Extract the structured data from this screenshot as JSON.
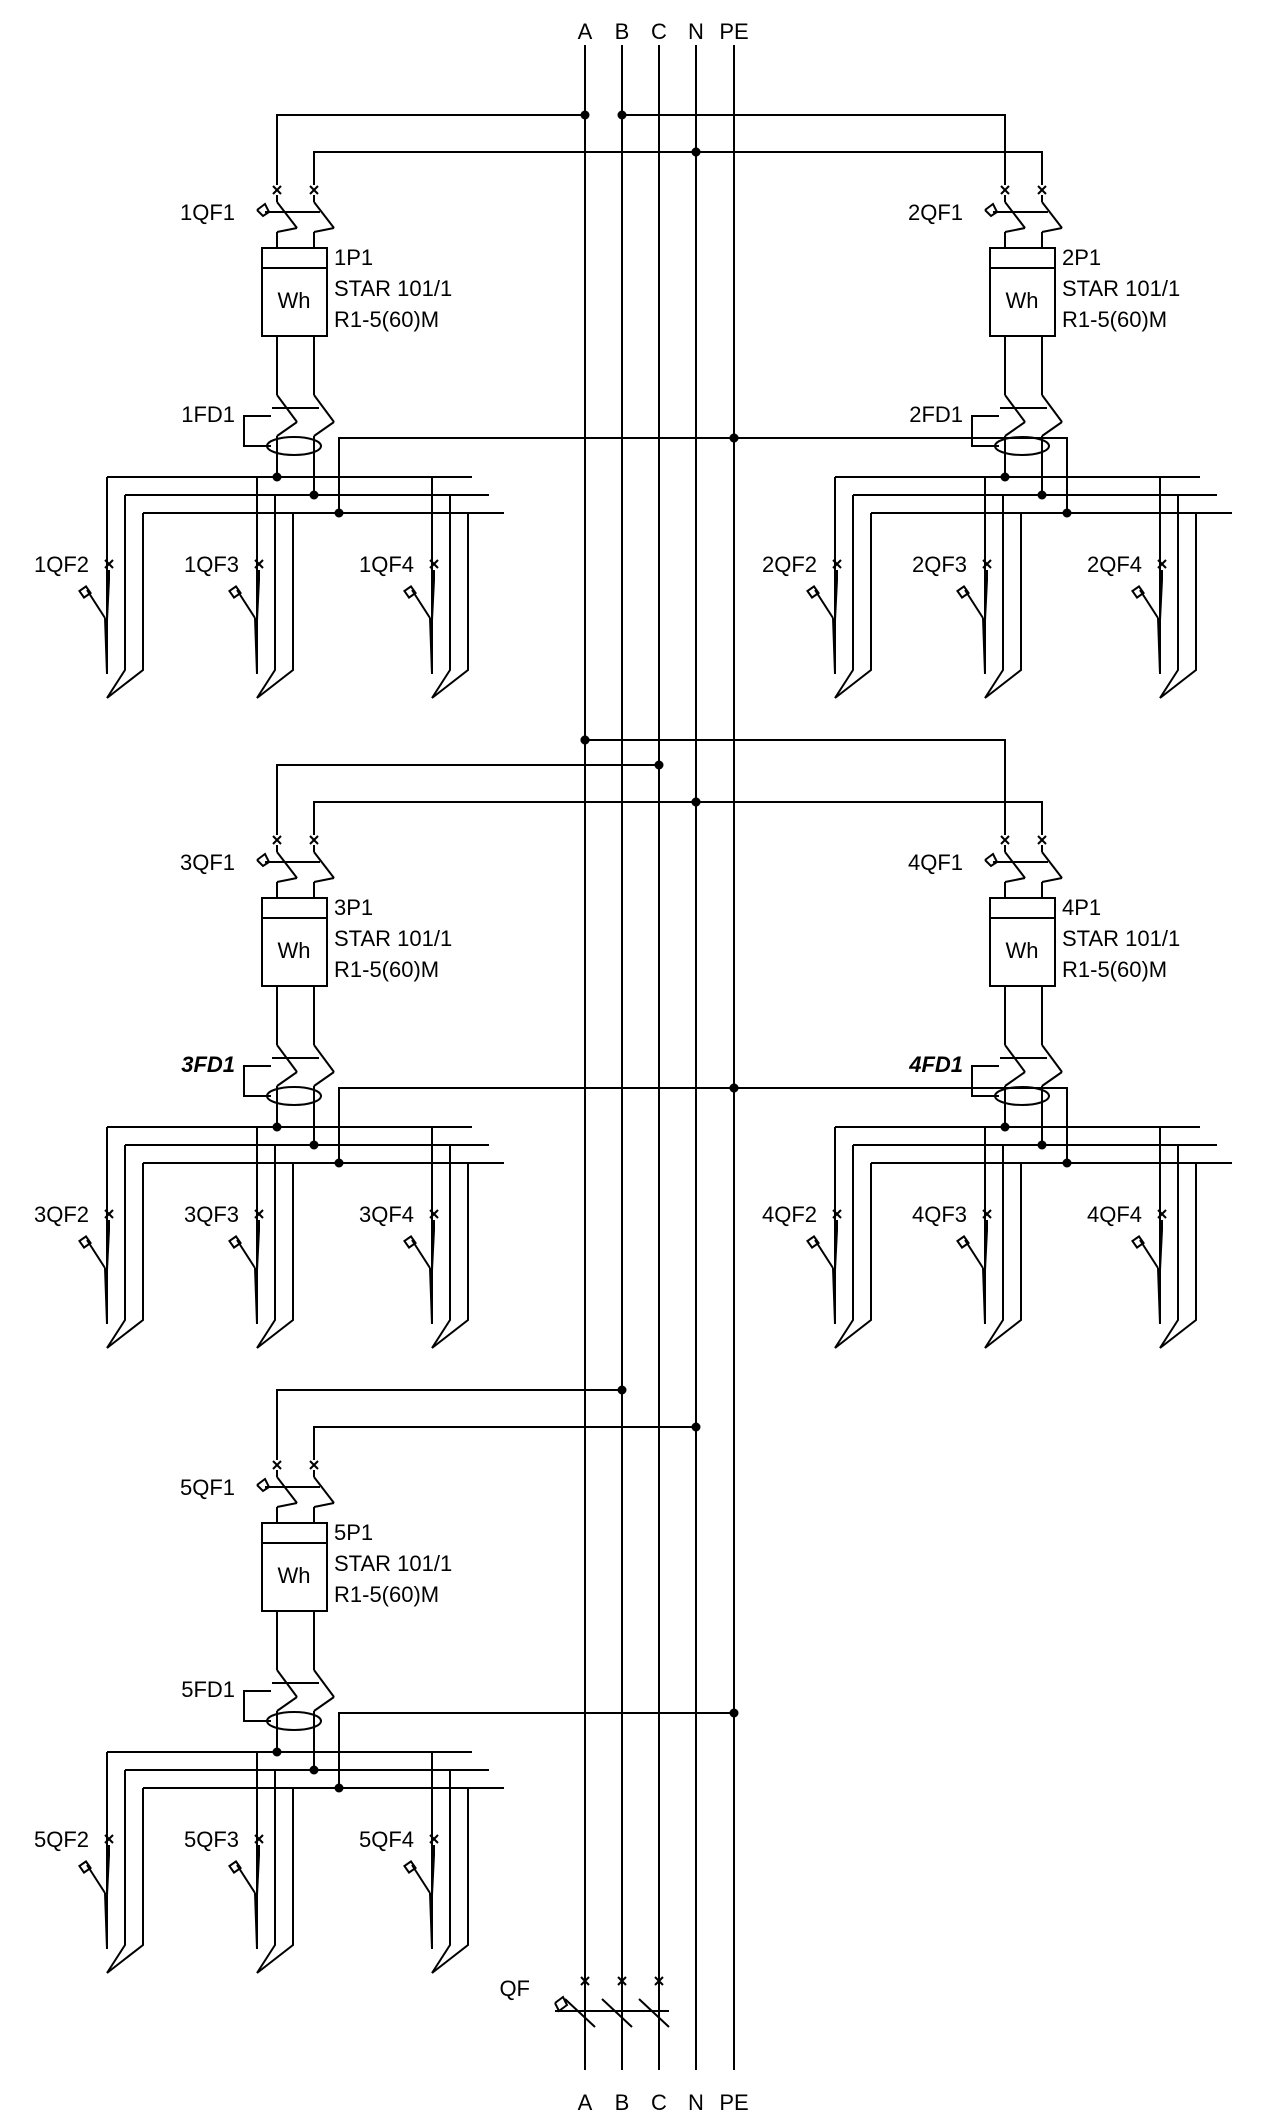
{
  "buses": [
    "A",
    "B",
    "C",
    "N",
    "PE"
  ],
  "main_breaker": "QF",
  "meter_symbol": "Wh",
  "groups": [
    {
      "breaker": "1QF1",
      "meter": "1P1",
      "meter_model": "STAR 101/1",
      "meter_rating": "R1-5(60)M",
      "rcd": "1FD1",
      "outgoing": [
        "1QF2",
        "1QF3",
        "1QF4"
      ]
    },
    {
      "breaker": "2QF1",
      "meter": "2P1",
      "meter_model": "STAR 101/1",
      "meter_rating": "R1-5(60)M",
      "rcd": "2FD1",
      "outgoing": [
        "2QF2",
        "2QF3",
        "2QF4"
      ]
    },
    {
      "breaker": "3QF1",
      "meter": "3P1",
      "meter_model": "STAR 101/1",
      "meter_rating": "R1-5(60)M",
      "rcd": "3FD1",
      "outgoing": [
        "3QF2",
        "3QF3",
        "3QF4"
      ]
    },
    {
      "breaker": "4QF1",
      "meter": "4P1",
      "meter_model": "STAR 101/1",
      "meter_rating": "R1-5(60)M",
      "rcd": "4FD1",
      "outgoing": [
        "4QF2",
        "4QF3",
        "4QF4"
      ]
    },
    {
      "breaker": "5QF1",
      "meter": "5P1",
      "meter_model": "STAR 101/1",
      "meter_rating": "R1-5(60)M",
      "rcd": "5FD1",
      "outgoing": [
        "5QF2",
        "5QF3",
        "5QF4"
      ]
    }
  ]
}
